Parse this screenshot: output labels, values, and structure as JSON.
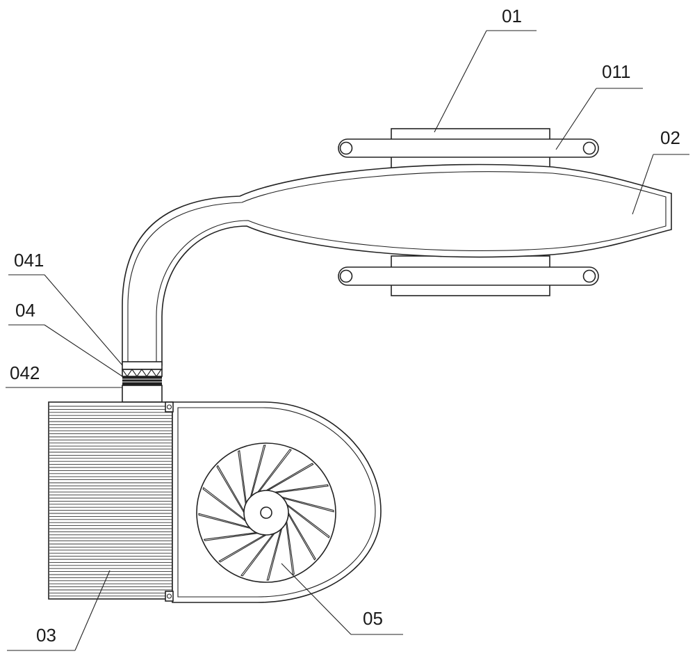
{
  "labels": {
    "l01": "01",
    "l011": "011",
    "l02": "02",
    "l041": "041",
    "l04": "04",
    "l042": "042",
    "l03": "03",
    "l05": "05"
  },
  "colors": {
    "line": "#222222",
    "background": "#ffffff"
  }
}
